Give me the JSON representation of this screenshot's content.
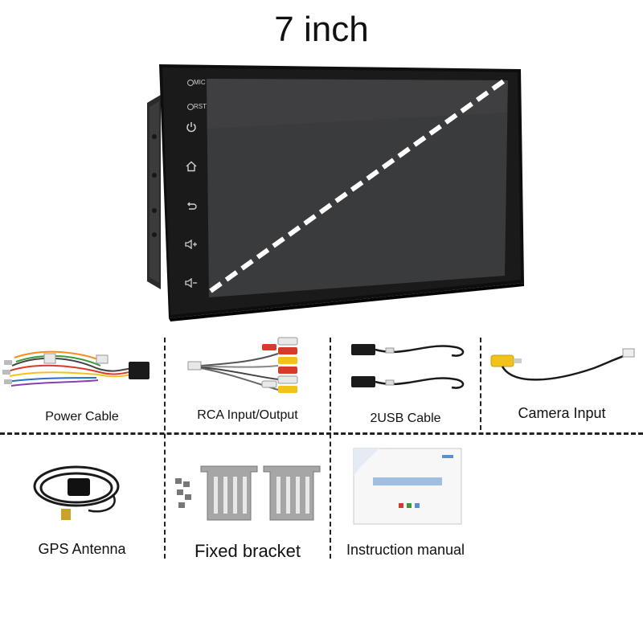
{
  "header": {
    "title": "7 inch"
  },
  "device": {
    "buttons": [
      "MIC",
      "RST"
    ],
    "side_icons": [
      "power-icon",
      "home-icon",
      "back-icon",
      "volume-up-icon",
      "volume-down-icon"
    ]
  },
  "accessories": [
    {
      "label": "Power Cable",
      "icon": "power-cable-icon"
    },
    {
      "label": "RCA Input/Output",
      "icon": "rca-cable-icon"
    },
    {
      "label": "2USB  Cable",
      "icon": "usb-cable-icon"
    },
    {
      "label": "Camera  Input",
      "icon": "camera-cable-icon"
    },
    {
      "label": "GPS  Antenna",
      "icon": "gps-antenna-icon"
    },
    {
      "label": "Fixed bracket",
      "icon": "bracket-icon"
    },
    {
      "label": "Instruction manual",
      "icon": "manual-icon"
    }
  ],
  "colors": {
    "screen": "#3a3b3d",
    "bezel": "#111111",
    "rca_red": "#d63a2c",
    "rca_yellow": "#f1c31a",
    "rca_white": "#e9e9e9",
    "manual_blue": "#5a8fd0"
  }
}
